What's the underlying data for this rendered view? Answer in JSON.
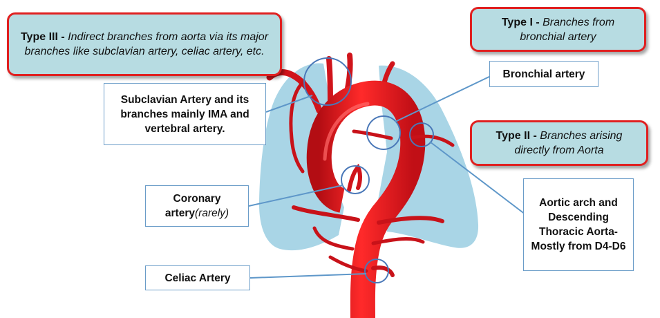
{
  "callouts": {
    "type3": {
      "bold": "Type III",
      "sep": " - ",
      "text": "Indirect branches from aorta via its major branches like subclavian artery, celiac artery, etc."
    },
    "type1": {
      "bold": "Type I",
      "sep": " - ",
      "text": "Branches from bronchial artery"
    },
    "type2": {
      "bold": "Type II",
      "sep": " - ",
      "text": "Branches arising directly from Aorta"
    }
  },
  "labels": {
    "subclavian": "Subclavian Artery and its branches mainly IMA and vertebral artery.",
    "bronchial": "Bronchial artery",
    "coronary_main": "Coronary artery",
    "coronary_note": "(rarely)",
    "aortic": "Aortic arch and Descending Thoracic Aorta- Mostly from D4-D6",
    "celiac": "Celiac Artery"
  },
  "colors": {
    "lung": "#a9d5e6",
    "artery": "#e8141b",
    "artery_dark": "#a50d12",
    "connector": "#5e97c9",
    "callout_fill": "#b7dce2",
    "callout_border": "#e02020"
  }
}
